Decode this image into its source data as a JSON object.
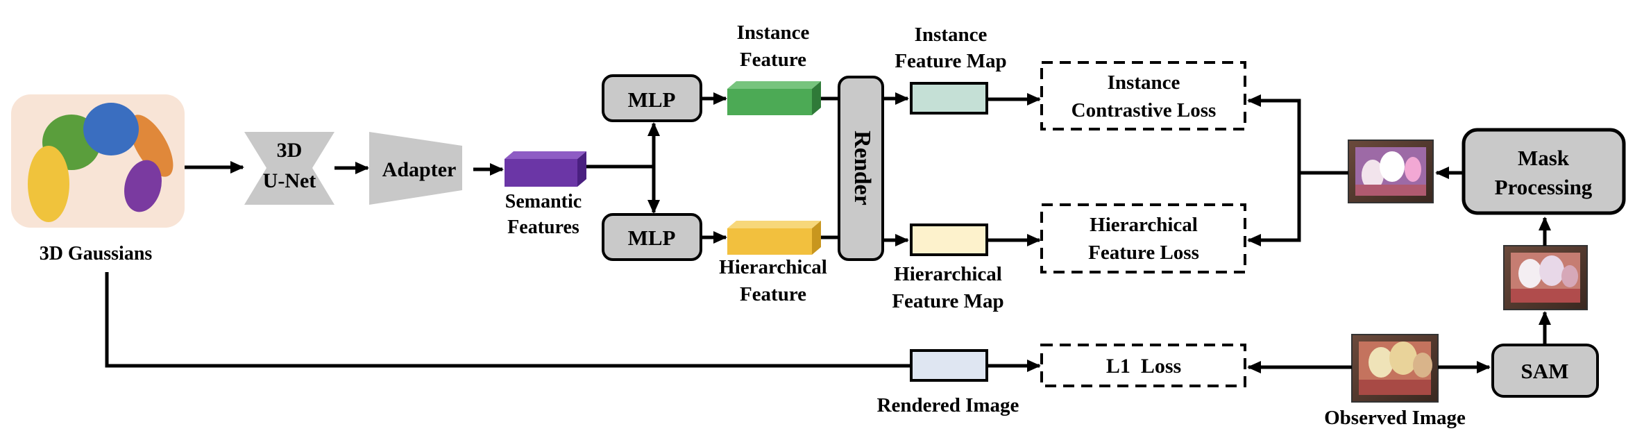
{
  "labels": {
    "gaussians": "3D Gaussians",
    "unet_line1": "3D",
    "unet_line2": "U-Net",
    "adapter": "Adapter",
    "semantic_line1": "Semantic",
    "semantic_line2": "Features",
    "mlp_top": "MLP",
    "mlp_bottom": "MLP",
    "instance_feature_line1": "Instance",
    "instance_feature_line2": "Feature",
    "hier_feature_line1": "Hierarchical",
    "hier_feature_line2": "Feature",
    "render": "Render",
    "instance_map_line1": "Instance",
    "instance_map_line2": "Feature Map",
    "hier_map_line1": "Hierarchical",
    "hier_map_line2": "Feature Map",
    "rendered_image": "Rendered Image",
    "instance_loss_line1": "Instance",
    "instance_loss_line2": "Contrastive Loss",
    "hier_loss_line1": "Hierarchical",
    "hier_loss_line2": "Feature Loss",
    "l1_loss": "L1  Loss",
    "mask_line1": "Mask",
    "mask_line2": "Processing",
    "sam": "SAM",
    "observed_image": "Observed Image"
  },
  "colors": {
    "gaussian_bg": "#f8e4d6",
    "ellipse_yellow": "#f0c33c",
    "ellipse_green": "#5a9e3c",
    "ellipse_blue": "#3a6ec0",
    "ellipse_orange": "#e0883a",
    "ellipse_purple": "#7a3aa0",
    "trapezoid": "#c8c8c8",
    "module_box": "#c9c9c9",
    "semantic_cube": "#6b36a6",
    "instance_cube": "#4caa55",
    "hier_cube": "#f2c03e",
    "instance_map": "#c5e0d6",
    "hier_map": "#fdf2cc",
    "rendered_map": "#dfe6f2"
  }
}
